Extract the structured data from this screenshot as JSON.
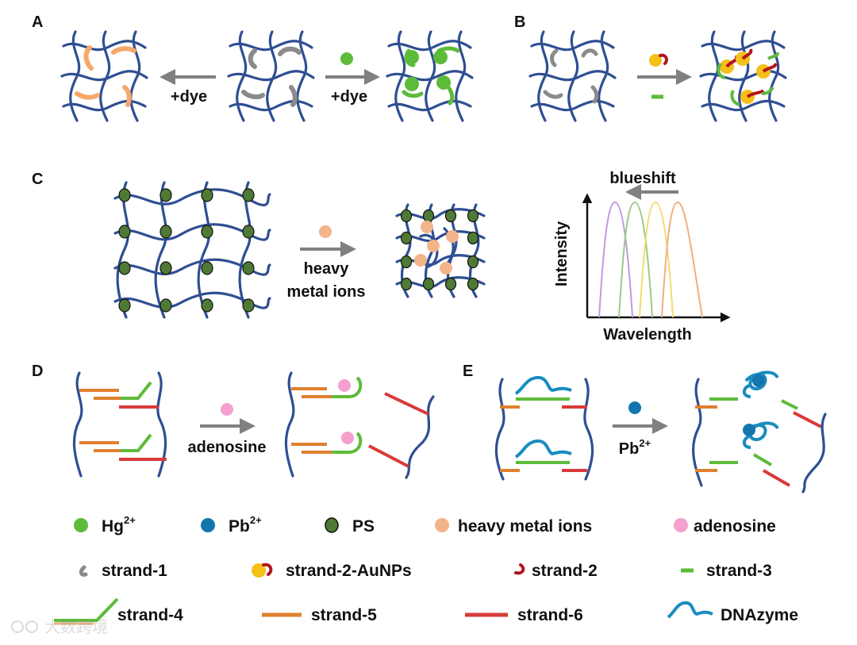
{
  "panels": {
    "a": "A",
    "b": "B",
    "c": "C",
    "d": "D",
    "e": "E"
  },
  "panel_a": {
    "left_arrow_label": "+dye",
    "right_arrow_label": "+dye"
  },
  "panel_c": {
    "arrow_label_line1": "heavy",
    "arrow_label_line2": "metal ions",
    "spectrum": {
      "shift_label": "blueshift",
      "ylabel": "Intensity",
      "xlabel": "Wavelength"
    }
  },
  "panel_d": {
    "arrow_label": "adenosine"
  },
  "panel_e": {
    "arrow_label_base": "Pb",
    "arrow_label_sup": "2+"
  },
  "legend": {
    "hg": {
      "base": "Hg",
      "sup": "2+"
    },
    "pb": {
      "base": "Pb",
      "sup": "2+"
    },
    "ps": "PS",
    "heavy_metal_ions": "heavy metal ions",
    "adenosine": "adenosine",
    "strand_1": "strand-1",
    "strand_2_aunps": "strand-2-AuNPs",
    "strand_2": "strand-2",
    "strand_3": "strand-3",
    "strand_4": "strand-4",
    "strand_5": "strand-5",
    "strand_6": "strand-6",
    "dnazyme": "DNAzyme"
  },
  "watermark": "大数跨境",
  "colors": {
    "network": "#2f4f93",
    "arrow": "#808080",
    "hg": "#5dbb3a",
    "pb": "#1476ae",
    "ps": "#4f7a35",
    "heavy_metal": "#f3b48a",
    "adenosine": "#f5a0cf",
    "strand_1": "#8a8a8a",
    "strand_2": "#b2151c",
    "aunp": "#f5c018",
    "strand_3": "#5dbb3a",
    "strand_4": "#5dbb3a",
    "strand_5": "#e0802e",
    "strand_6": "#d83a3a",
    "dnazyme": "#1a8cbf",
    "dye_orange": "#f6a86a",
    "spectrum_purple": "#c497e3",
    "spectrum_green": "#9acb85",
    "spectrum_yellow": "#f3dc6e",
    "spectrum_orange": "#eeb081"
  }
}
